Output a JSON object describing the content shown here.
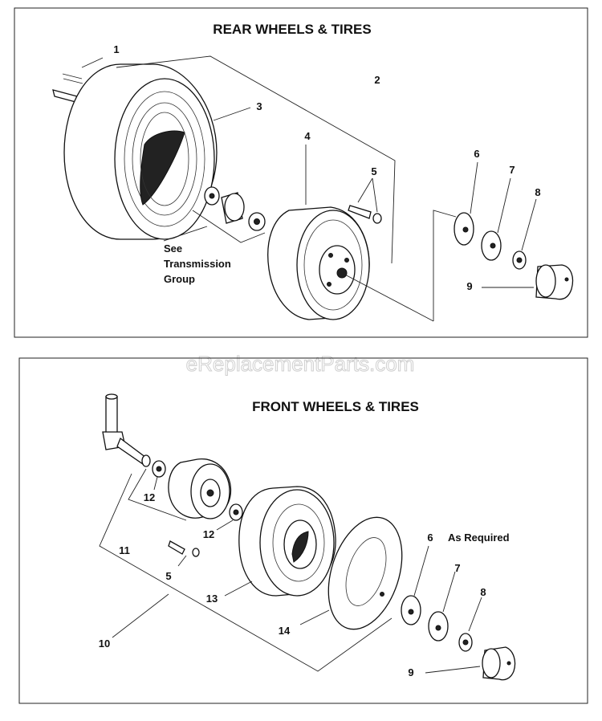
{
  "watermark": "eReplacementParts.com",
  "rear": {
    "title": "REAR WHEELS & TIRES",
    "callouts": [
      "1",
      "2",
      "3",
      "4",
      "5",
      "6",
      "7",
      "8",
      "9"
    ],
    "note": [
      "See",
      "Transmission",
      "Group"
    ]
  },
  "front": {
    "title": "FRONT WHEELS & TIRES",
    "callouts": [
      "12",
      "12",
      "11",
      "5",
      "13",
      "14",
      "10",
      "6",
      "7",
      "8",
      "9"
    ],
    "note": "As Required"
  }
}
